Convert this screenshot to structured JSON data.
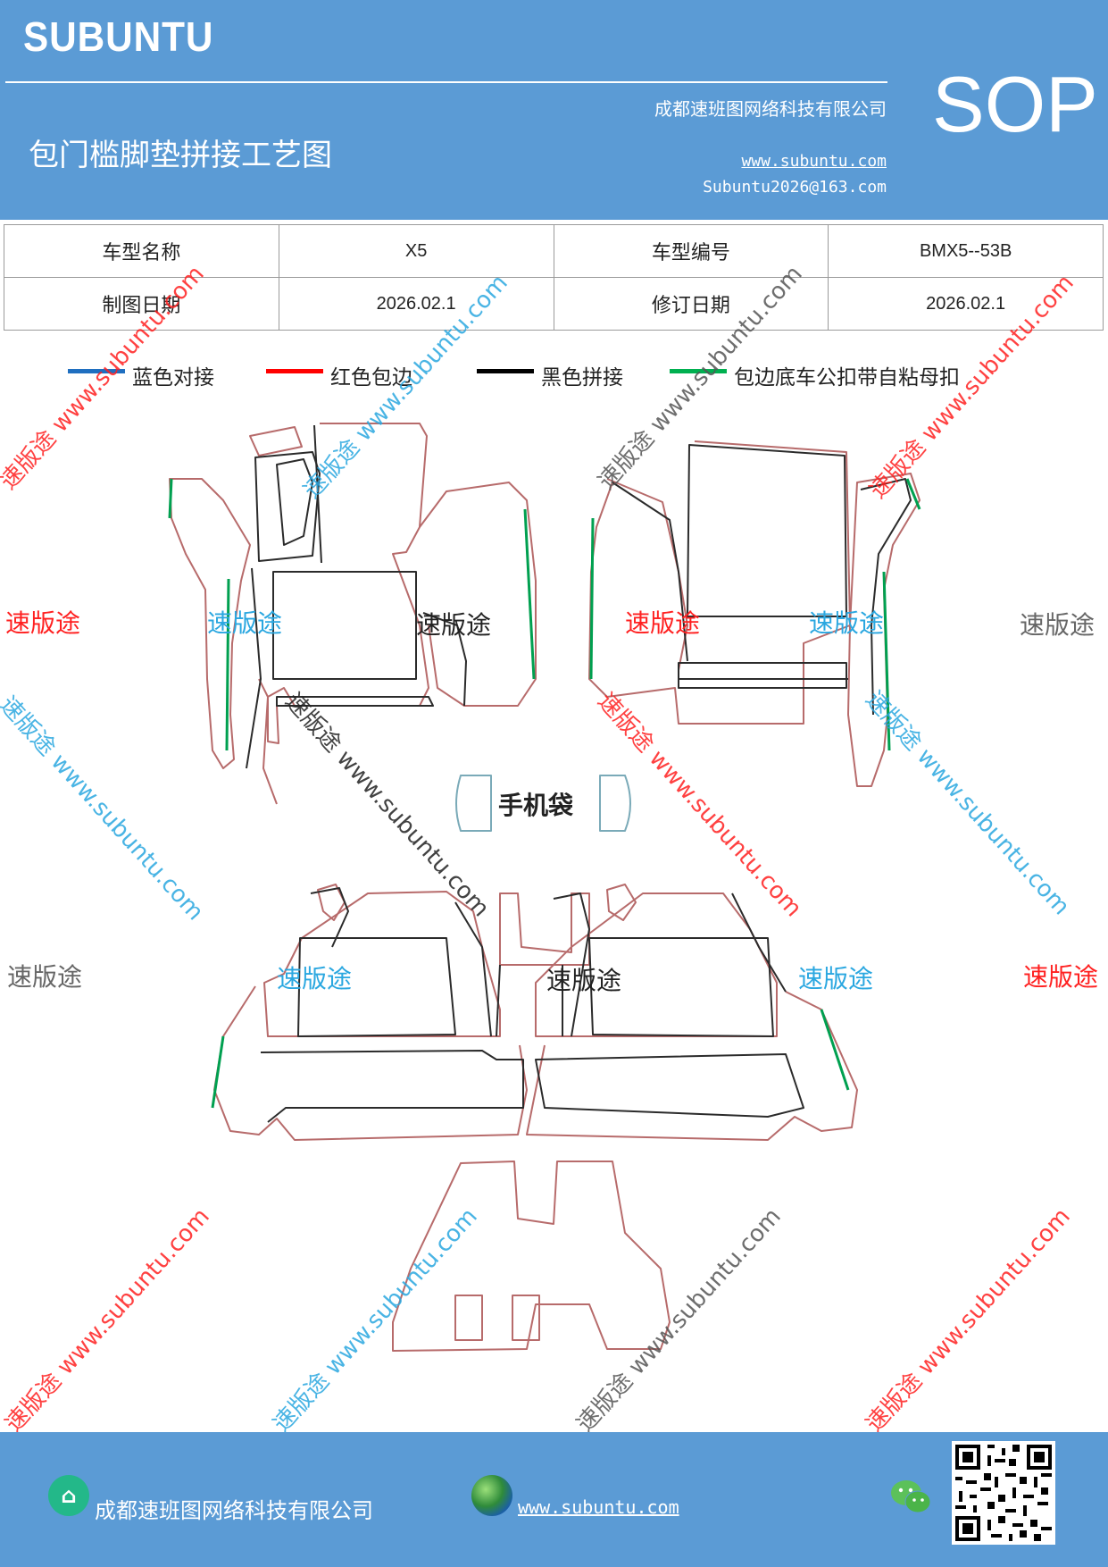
{
  "header": {
    "brand": "SUBUNTU",
    "company": "成都速班图网络科技有限公司",
    "title": "包门槛脚垫拼接工艺图",
    "url": "www.subuntu.com",
    "email": "Subuntu2026@163.com",
    "badge": "SOP",
    "background_color": "#5b9bd5"
  },
  "info_table": {
    "rows": [
      {
        "label1": "车型名称",
        "value1": "X5",
        "label2": "车型编号",
        "value2": "BMX5--53B"
      },
      {
        "label1": "制图日期",
        "value1": "2026.02.1",
        "label2": "修订日期",
        "value2": "2026.02.1"
      }
    ]
  },
  "legend": [
    {
      "label": "蓝色对接",
      "color": "#1f6fc0"
    },
    {
      "label": "红色包边",
      "color": "#ff0000"
    },
    {
      "label": "黑色拼接",
      "color": "#000000"
    },
    {
      "label": "包边底车公扣带自粘母扣",
      "color": "#00b050"
    }
  ],
  "drawing": {
    "phone_bag_label": "手机袋",
    "watermark_brand": "速版途",
    "watermark_url": "www.subuntu.com"
  },
  "footer": {
    "company": "成都速班图网络科技有限公司",
    "url": "www.subuntu.com",
    "home_icon": "home-icon",
    "globe_icon": "globe-icon",
    "wechat_icon": "wechat-icon",
    "qr_icon": "qr-code-icon"
  }
}
